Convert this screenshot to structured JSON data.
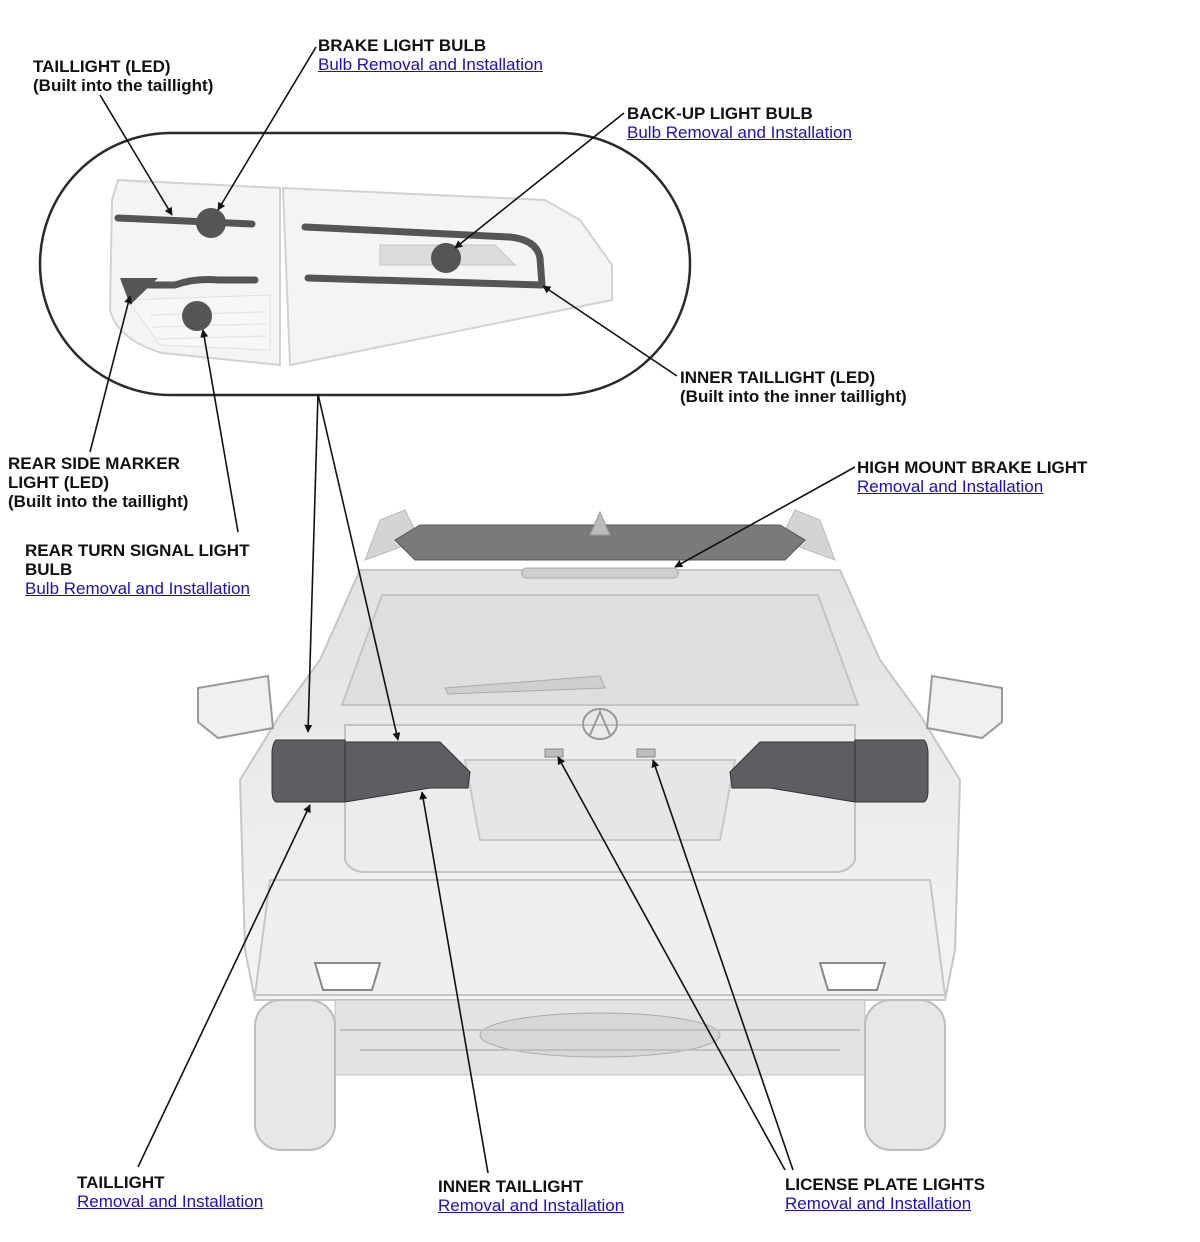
{
  "callouts": {
    "taillight_led": {
      "line1": "TAILLIGHT (LED)",
      "line2": "(Built into the taillight)"
    },
    "brake_light_bulb": {
      "title": "BRAKE LIGHT BULB",
      "link": "Bulb Removal and Installation"
    },
    "backup_light_bulb": {
      "title": "BACK-UP LIGHT BULB",
      "link": "Bulb Removal and Installation"
    },
    "inner_taillight_led": {
      "line1": "INNER TAILLIGHT (LED)",
      "line2": "(Built into the inner taillight)"
    },
    "rear_side_marker": {
      "line1": "REAR SIDE MARKER",
      "line2": "LIGHT (LED)",
      "line3": "(Built into the taillight)"
    },
    "high_mount_brake": {
      "title": "HIGH MOUNT BRAKE LIGHT",
      "link": "Removal and Installation"
    },
    "rear_turn_signal": {
      "line1": "REAR TURN SIGNAL LIGHT",
      "line2": "BULB",
      "link": "Bulb Removal and Installation"
    },
    "taillight": {
      "title": "TAILLIGHT",
      "link": "Removal and Installation"
    },
    "inner_taillight": {
      "title": "INNER TAILLIGHT",
      "link": "Removal and Installation"
    },
    "license_plate_lights": {
      "title": "LICENSE PLATE LIGHTS",
      "link": "Removal and Installation"
    }
  },
  "colors": {
    "link": "#1a0dcc",
    "text": "#111111",
    "lens": "#5e5e62",
    "body": "#ececec"
  }
}
